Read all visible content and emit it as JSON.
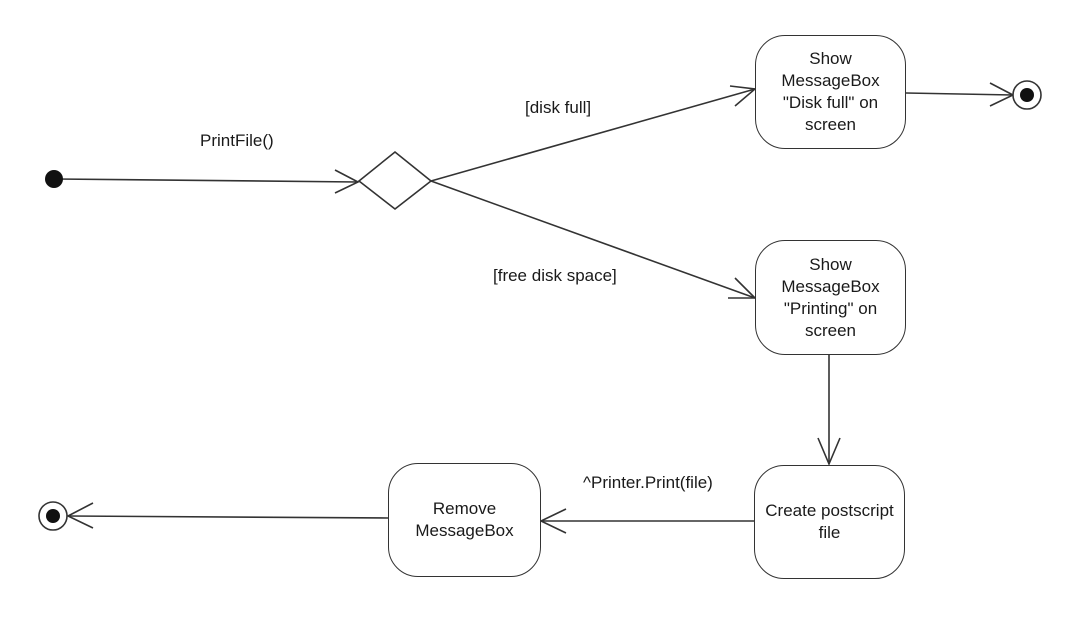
{
  "transitions": {
    "print_file": "PrintFile()",
    "disk_full_guard": "[disk full]",
    "free_space_guard": "[free disk space]",
    "printer_print": "^Printer.Print(file)"
  },
  "states": {
    "show_disk_full": [
      "Show",
      "MessageBox",
      "\"Disk full\" on",
      "screen"
    ],
    "show_printing": [
      "Show",
      "MessageBox",
      "\"Printing\" on",
      "screen"
    ],
    "create_postscript": [
      "Create postscript",
      "file"
    ],
    "remove_messagebox": [
      "Remove",
      "MessageBox"
    ]
  },
  "colors": {
    "stroke": "#333333",
    "node_fill": "#111111"
  }
}
